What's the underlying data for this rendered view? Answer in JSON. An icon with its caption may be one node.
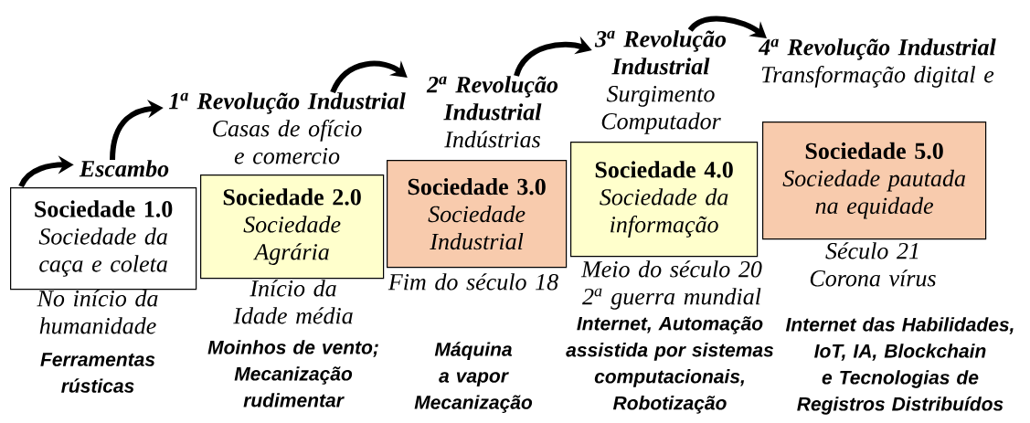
{
  "diagram": {
    "nodes": [
      {
        "text": [
          "Sociedade 1.0",
          "Sociedade da caça e coleta"
        ],
        "beside": [
          "No início da humanidade",
          "Ferramentas rústicas"
        ]
      },
      {
        "text": [
          "Escambo"
        ]
      },
      {
        "text": [
          "1$^{a}$ Revolução Industrial",
          "Casas de ofício e comercio"
        ]
      },
      {
        "text": [
          "Sociedade 2.0",
          "Sociedade Agrária"
        ],
        "beside": [
          "Início da Idade média",
          "Moinhos de vento; Mecanização rudimentar"
        ]
      },
      {
        "text": [
          "2$^{a}$ Revolução Industrial",
          "Indústrias"
        ]
      },
      {
        "text": [
          "Sociedade 3.0",
          "Sociedade Industrial"
        ],
        "beside": [
          "Fim do século 18",
          "Máquina a vapor Mecanização"
        ]
      },
      {
        "text": [
          "3$^{a}$ Revolução Industrial",
          "Surgimento Computador"
        ]
      },
      {
        "text": [
          "Sociedade 4.0",
          "Sociedade da informação"
        ],
        "beside": [
          "Meio do século 20",
          "2$^{a}$ guerra mundial",
          "Internet, Automação assistida por sistemas computacionais, Robotização"
        ]
      },
      {
        "text": [
          "4$^{a}$ Revolução Industrial",
          "Transformação digital e"
        ]
      },
      {
        "text": [
          "Sociedade 5.0",
          "Sociedade pautada na equidade"
        ],
        "beside": [
          "Século 21",
          "Corona vírus",
          "Internet das Habilidades, IoT, IA, Blockchain e Tecnologias de Registros Distribuídos"
        ]
      }
    ],
    "edges": [
      {
        "from": 0,
        "to": 1,
        "arrow": "to"
      },
      {
        "from": 1,
        "to": 2,
        "arrow": "to"
      },
      {
        "from": 2,
        "to": 4,
        "arrow": "to"
      },
      {
        "from": 4,
        "to": 6,
        "arrow": "to"
      },
      {
        "from": 6,
        "to": 8,
        "arrow": "to"
      }
    ]
  }
}
